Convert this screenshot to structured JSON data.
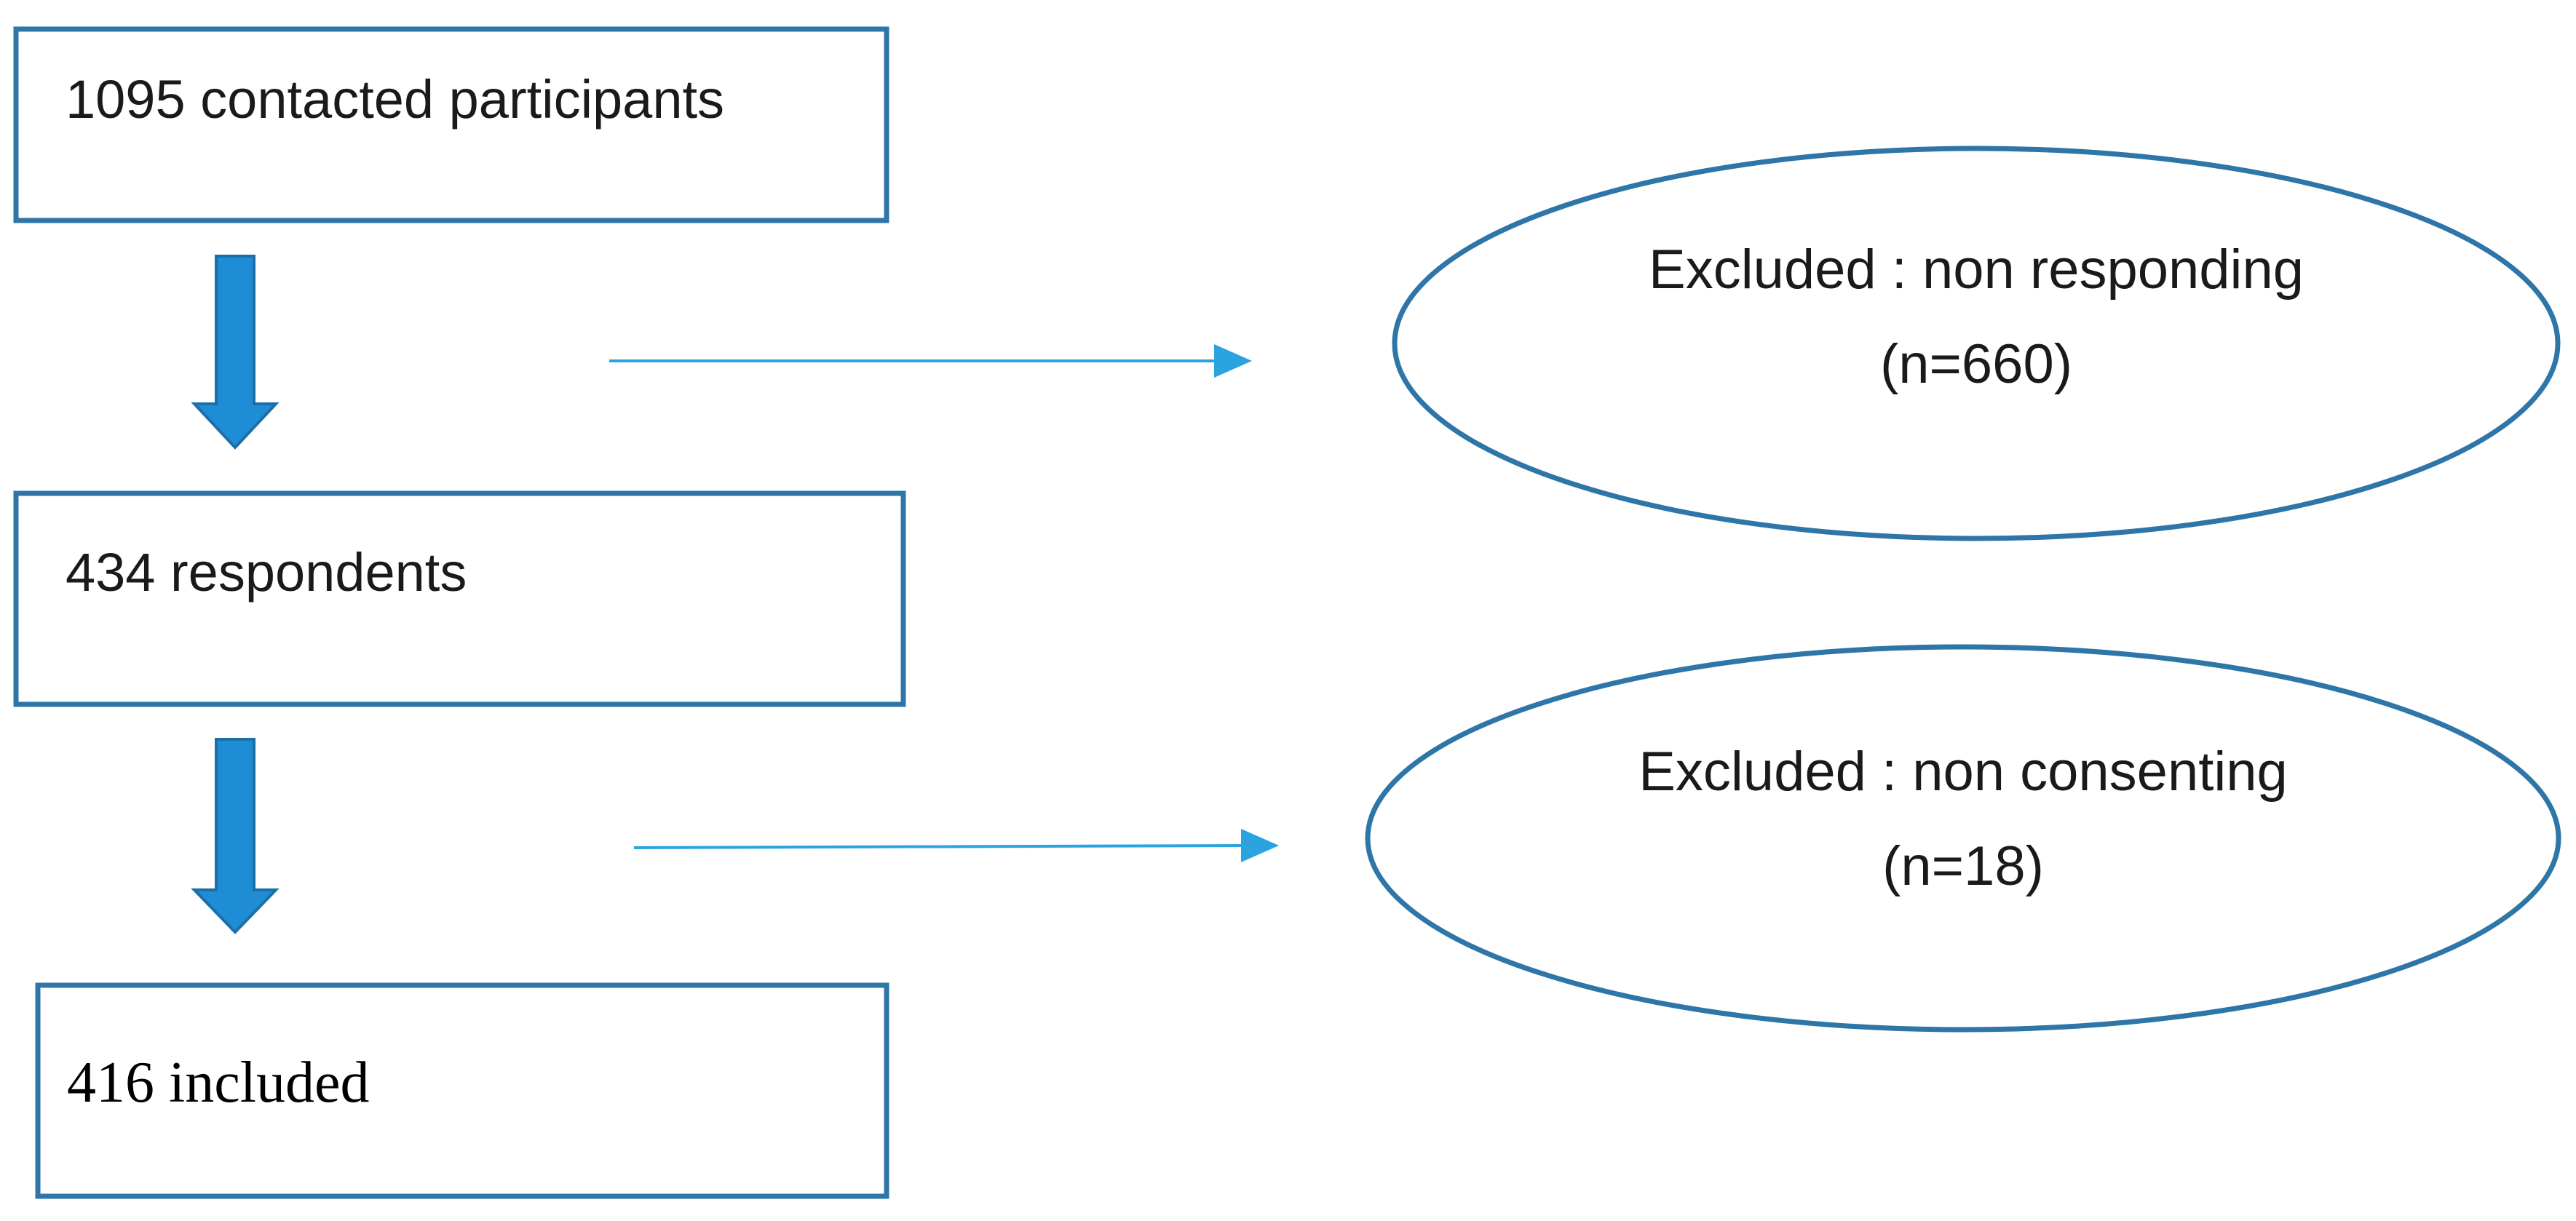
{
  "flowchart": {
    "steps": [
      {
        "label": "1095 contacted participants"
      },
      {
        "label": "434 respondents"
      },
      {
        "label": "416 included"
      }
    ],
    "exclusions": [
      {
        "label": "Excluded : non responding",
        "count": "(n=660)"
      },
      {
        "label": "Excluded : non consenting",
        "count": "(n=18)"
      }
    ]
  },
  "colors": {
    "box_border": "#2E75A8",
    "down_arrow_fill": "#1F8DD6",
    "down_arrow_stroke": "#1B6FA8",
    "side_arrow": "#2AA3E0",
    "ellipse_border": "#2E75A8"
  },
  "icons": {
    "down_arrow": "block-arrow-down-icon",
    "side_arrow": "thin-arrow-right-icon"
  }
}
